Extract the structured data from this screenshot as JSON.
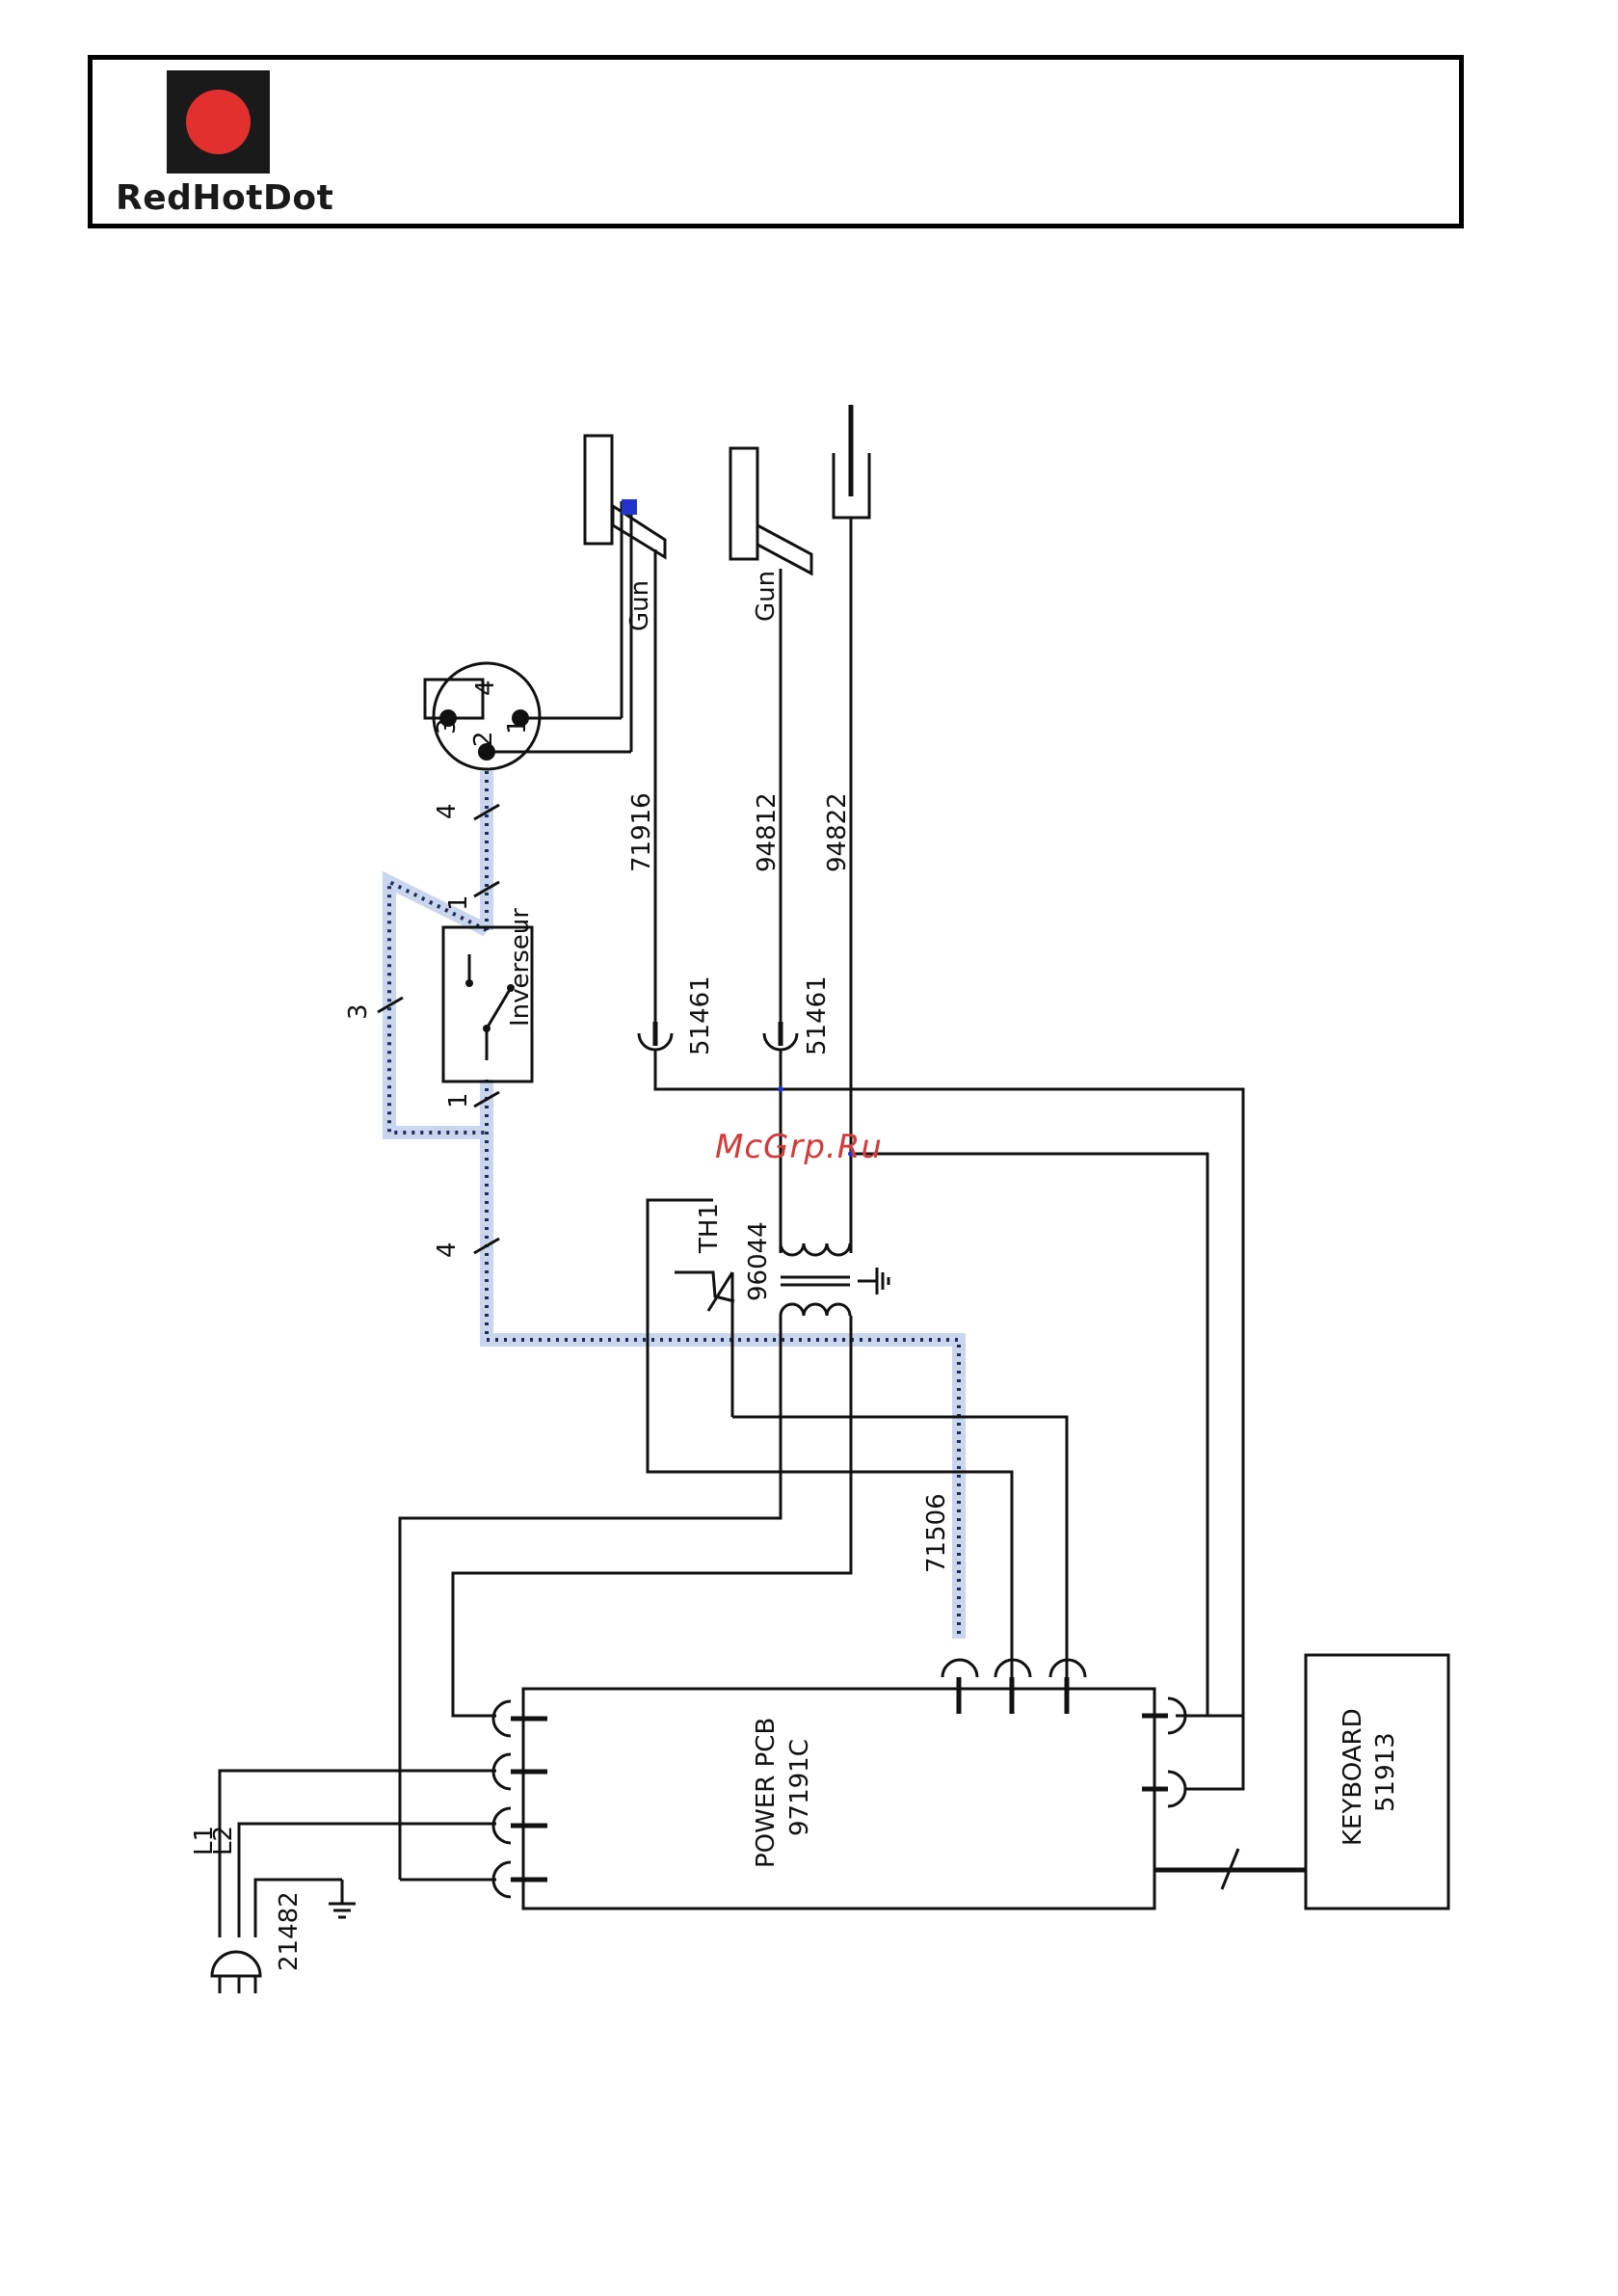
{
  "header": {
    "logo_text": "RedHotDot",
    "brand_color": "#e2302e"
  },
  "watermark": "McGrp.Ru",
  "labels": {
    "gun_top": "Gun",
    "gun_mid": "Gun",
    "cable_71916": "71916",
    "cable_94812": "94812",
    "cable_94822": "94822",
    "conn_51461_a": "51461",
    "conn_51461_b": "51461",
    "inverseur": "Inverseur",
    "wire_count_4_top": "4",
    "wire_count_1_top": "1",
    "wire_count_3": "3",
    "wire_count_1_bottom": "1",
    "wire_count_4_bottom": "4",
    "pin_1": "1",
    "pin_2": "2",
    "pin_3": "3",
    "pin_4": "4",
    "th1": "TH1",
    "transformer": "96044",
    "cable_71506": "71506",
    "power_pcb_title": "POWER PCB",
    "power_pcb_code": "97191C",
    "keyboard_title": "KEYBOARD",
    "keyboard_code": "51913",
    "plug_code": "21482",
    "l1": "L1",
    "l2": "L2"
  }
}
